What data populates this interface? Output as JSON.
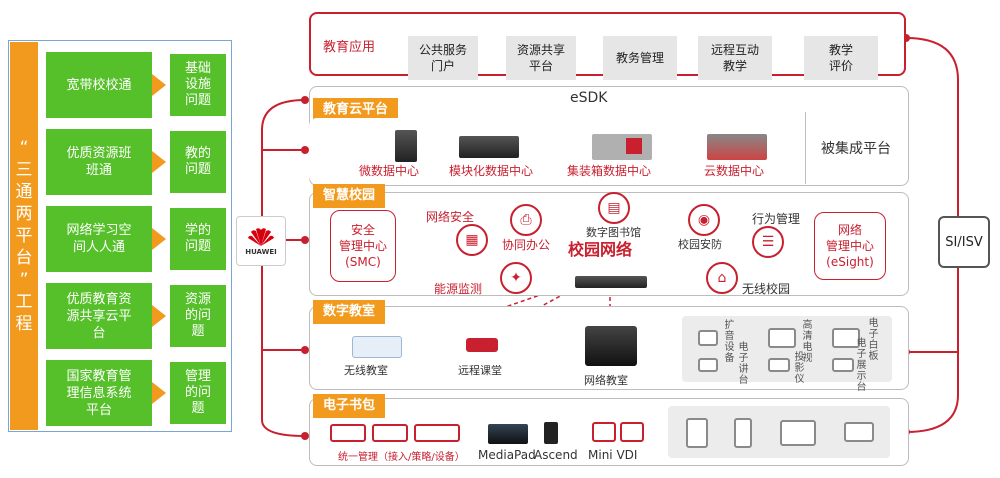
{
  "left": {
    "title_chars": [
      "“",
      "三",
      "通",
      "两",
      "平",
      "台",
      "”",
      "工",
      "程"
    ],
    "rows": [
      {
        "item": "宽带校校通",
        "issue": "基础\n设施\n问题"
      },
      {
        "item": "优质资源班\n班通",
        "issue": "教的\n问题"
      },
      {
        "item": "网络学习空\n间人人通",
        "issue": "学的\n问题"
      },
      {
        "item": "优质教育资\n源共享云平\n台",
        "issue": "资源\n的问\n题"
      },
      {
        "item": "国家教育管\n理信息系统\n平台",
        "issue": "管理\n的问\n题"
      }
    ]
  },
  "huawei_logo": "HUAWEI",
  "edu_app": {
    "label": "教育应用",
    "apps": [
      "公共服务\n门户",
      "资源共享\n平台",
      "教务管理",
      "远程互动\n教学",
      "教学\n评价"
    ]
  },
  "esdk": "eSDK",
  "integrated": "被集成平台",
  "si_isv": "SI/ISV",
  "cloud": {
    "tag": "教育云平台",
    "items": [
      "微数据中心",
      "模块化数据中心",
      "集装箱数据中心",
      "云数据中心"
    ]
  },
  "campus": {
    "tag": "智慧校园",
    "smc": "安全\n管理中心\n(SMC)",
    "esight": "网络\n管理中心\n(eSight)",
    "center": "校园网络",
    "nodes": [
      "网络安全",
      "协同办公",
      "数字图书馆",
      "校园安防",
      "行为管理",
      "能源监测",
      "无线校园"
    ]
  },
  "classroom": {
    "tag": "数字教室",
    "items": [
      "无线教室",
      "远程课堂",
      "网络教室"
    ],
    "devices": [
      "扩音设备",
      "电子讲台",
      "高清电视",
      "投影仪",
      "电子白板",
      "电子展示台"
    ]
  },
  "ebag": {
    "tag": "电子书包",
    "items": [
      "统一管理（接入/策略/设备）",
      "MediaPad",
      "Ascend",
      "Mini VDI"
    ]
  },
  "colors": {
    "red": "#c8202f",
    "orange": "#f29a1d",
    "green": "#56c02a"
  }
}
